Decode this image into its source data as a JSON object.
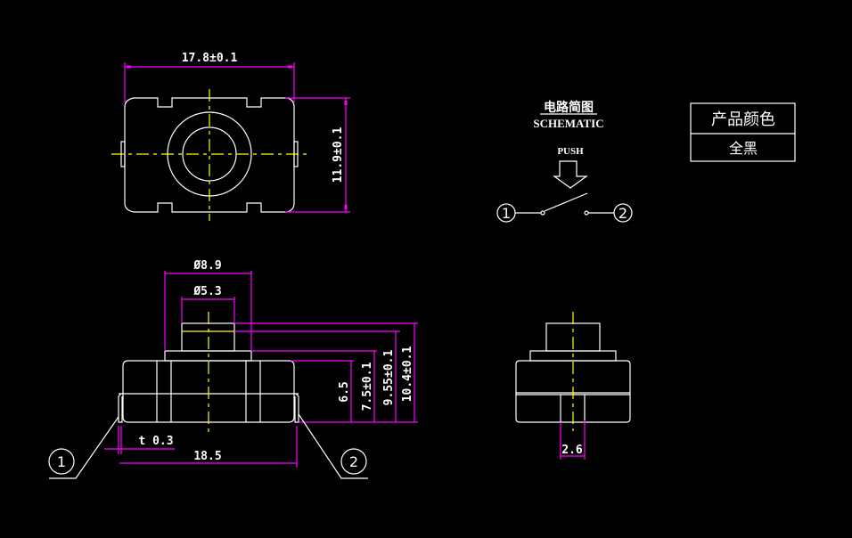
{
  "colors": {
    "background": "#000000",
    "outline": "#ffffff",
    "dimension": "#ff00ff",
    "centerline": "#ffff00"
  },
  "top_view": {
    "width_dim": "17.8±0.1",
    "height_dim": "11.9±0.1"
  },
  "front_view": {
    "dia_outer": "Ø8.9",
    "dia_inner": "Ø5.3",
    "h1": "6.5",
    "h2": "7.5±0.1",
    "h3": "9.55±0.1",
    "h4": "10.4±0.1",
    "thickness": "t 0.3",
    "length": "18.5",
    "pin1": "1",
    "pin2": "2"
  },
  "side_view": {
    "width_dim": "2.6"
  },
  "schematic": {
    "title_cn": "电路简图",
    "title_en": "SCHEMATIC",
    "push": "PUSH",
    "pin1": "1",
    "pin2": "2"
  },
  "color_table": {
    "header": "产品颜色",
    "value": "全黑"
  }
}
